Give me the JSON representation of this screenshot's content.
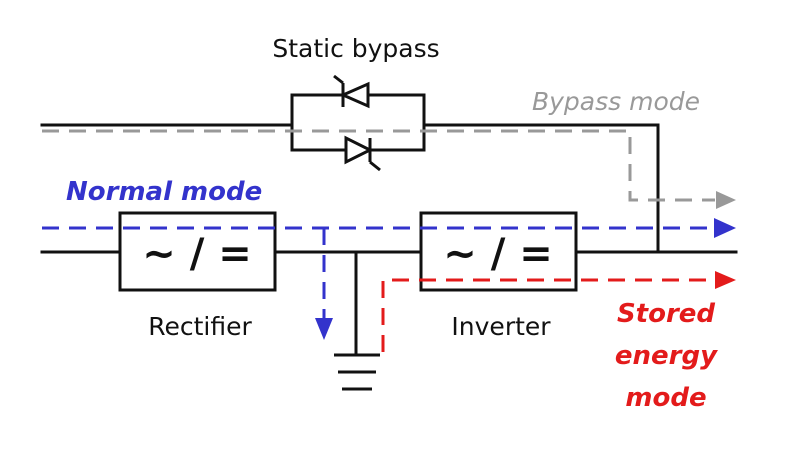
{
  "labels": {
    "static_bypass": "Static bypass",
    "bypass_mode": "Bypass mode",
    "normal_mode": "Normal mode",
    "rectifier": "Rectifier",
    "inverter": "Inverter",
    "stored_energy_line1": "Stored",
    "stored_energy_line2": "energy",
    "stored_energy_line3": "mode",
    "rectifier_symbol": "~ / =",
    "inverter_symbol": "~ / ="
  },
  "colors": {
    "wire": "#111111",
    "normal_mode": "#3333cc",
    "bypass_mode": "#999999",
    "stored_energy_mode": "#e31b1b"
  },
  "icons": {
    "bypass_thyristor_upper": "thyristor-icon",
    "bypass_thyristor_lower": "thyristor-icon",
    "ground": "ground-icon"
  }
}
